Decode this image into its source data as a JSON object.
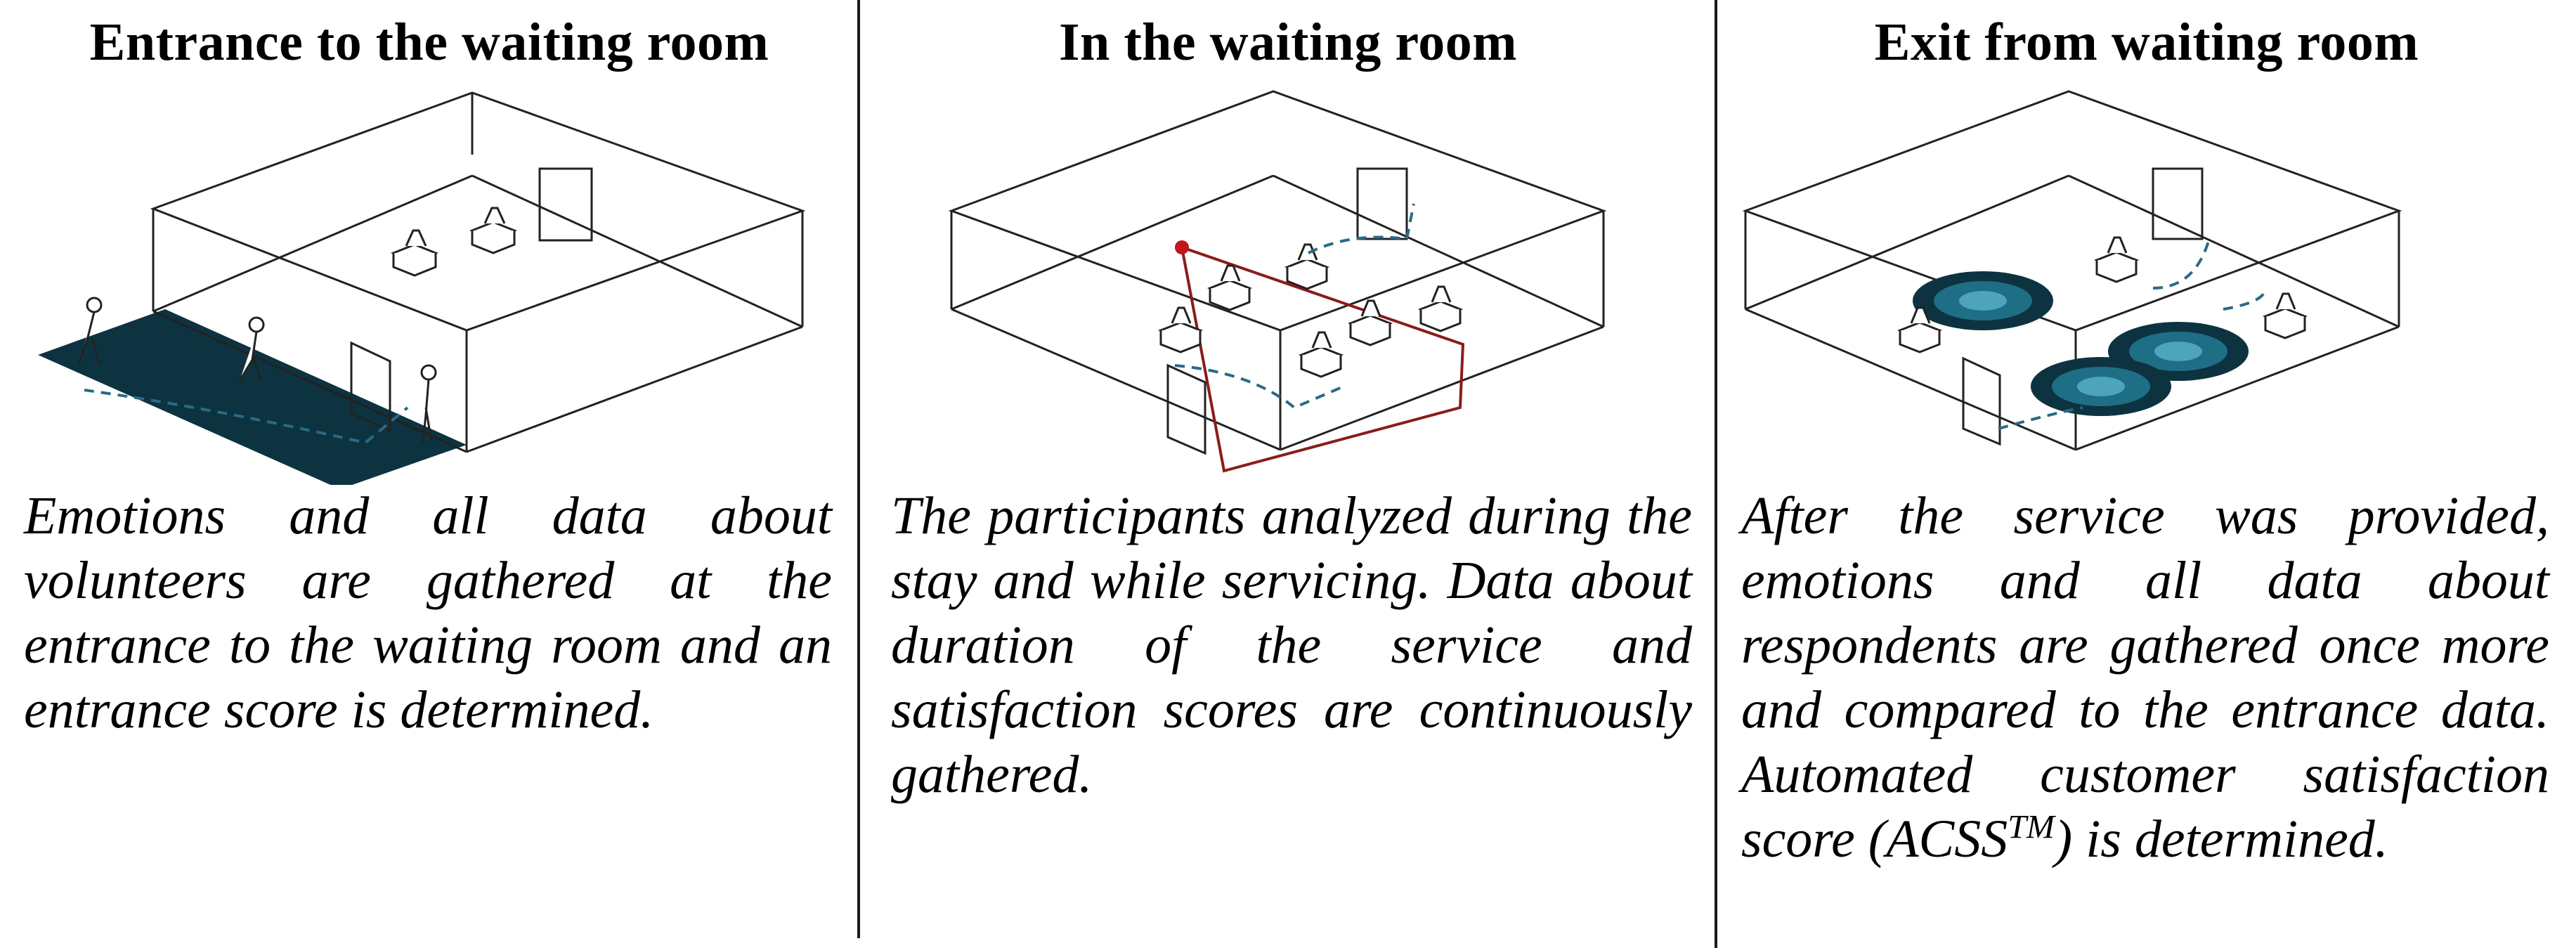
{
  "panels": [
    {
      "title": "Entrance to the waiting room",
      "description": "Emotions and all data about volunteers are gathered at the entrance to the waiting room and an entrance score is determined."
    },
    {
      "title": "In the waiting room",
      "description": "The participants analyzed during the stay and while servicing. Data about duration of the service and satisfaction scores are continuously gathered."
    },
    {
      "title": "Exit from waiting room",
      "description_main": "After the service was provided, emotions and all data about respondents are gathered once more and compared to the entrance data. Automated customer satisfaction score (ACSS",
      "description_sup": "TM",
      "description_end": ") is determined."
    }
  ],
  "colors": {
    "floor": "#0d3340",
    "heat": "#1e6e86",
    "camera_cone": "#8a1c1c",
    "path": "#2a6a86"
  }
}
